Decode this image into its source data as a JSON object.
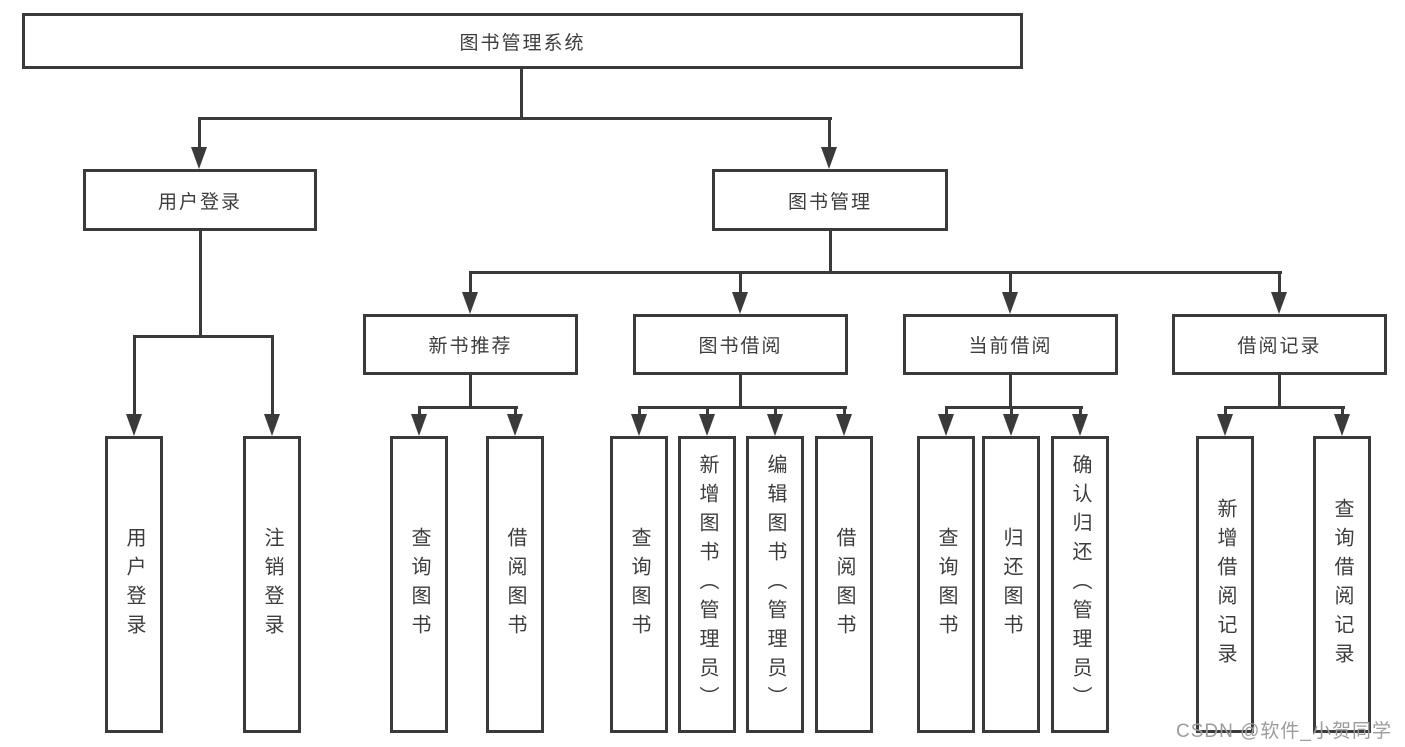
{
  "nodes": {
    "root": "图书管理系统",
    "user_login": "用户登录",
    "book_mgmt": "图书管理",
    "new_book_rec": "新书推荐",
    "book_borrow": "图书借阅",
    "current_borrow": "当前借阅",
    "borrow_record": "借阅记录",
    "leaf_user_login": "用户登录",
    "leaf_logout": "注销登录",
    "nbr_query_books": "查询图书",
    "nbr_borrow_books": "借阅图书",
    "bb_query_books": "查询图书",
    "bb_add_books": "新增图书（管理员）",
    "bb_edit_books": "编辑图书（管理员）",
    "bb_borrow_books": "借阅图书",
    "cb_query_books": "查询图书",
    "cb_return_books": "归还图书",
    "cb_confirm_return": "确认归还（管理员）",
    "br_add_record": "新增借阅记录",
    "br_query_record": "查询借阅记录"
  },
  "hierarchy": {
    "图书管理系统": {
      "用户登录": [
        "用户登录",
        "注销登录"
      ],
      "图书管理": {
        "新书推荐": [
          "查询图书",
          "借阅图书"
        ],
        "图书借阅": [
          "查询图书",
          "新增图书（管理员）",
          "编辑图书（管理员）",
          "借阅图书"
        ],
        "当前借阅": [
          "查询图书",
          "归还图书",
          "确认归还（管理员）"
        ],
        "借阅记录": [
          "新增借阅记录",
          "查询借阅记录"
        ]
      }
    }
  },
  "watermark": "CSDN @软件_小贺同学",
  "colors": {
    "line": "#3a3a3a",
    "text": "#3d3d3d",
    "background": "#ffffff",
    "watermark": "#9c9c9c"
  }
}
